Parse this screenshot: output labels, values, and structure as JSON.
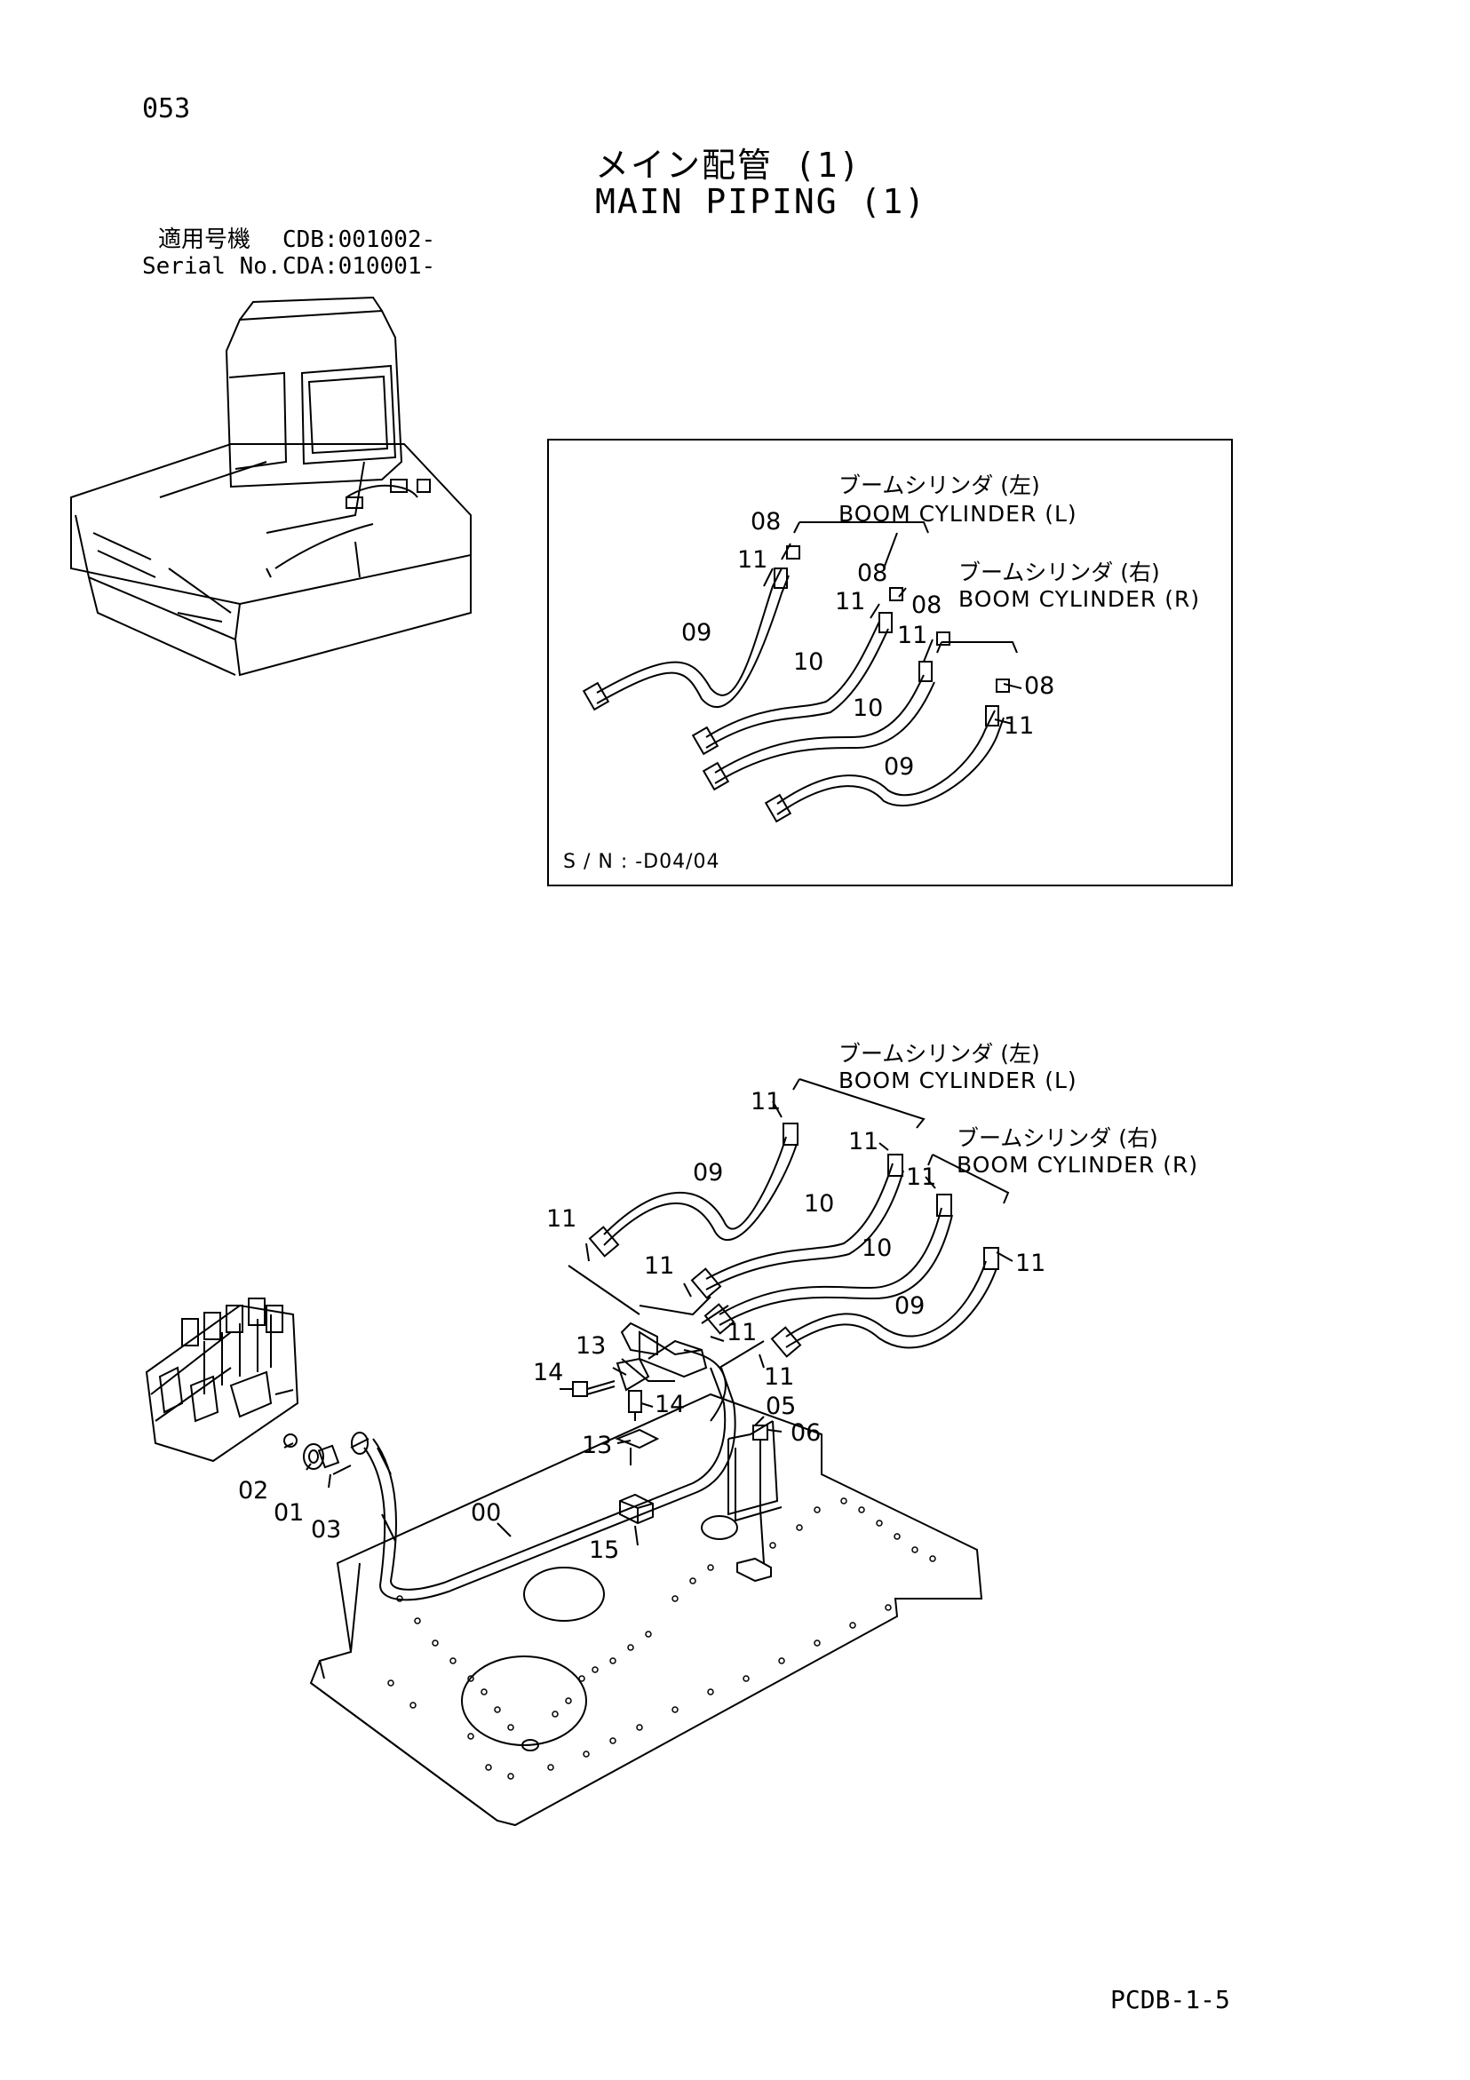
{
  "page": {
    "number": "053",
    "title_jp": "メイン配管 (1)",
    "title_en": "MAIN PIPING (1)",
    "serial_jp_label": "適用号機",
    "serial_line1": "CDB:001002-",
    "serial_en_label": "Serial No.",
    "serial_line2": "CDA:010001-",
    "footer_code": "PCDB-1-5"
  },
  "inset": {
    "label_l_jp": "ブームシリンダ (左)",
    "label_l_en": "BOOM CYLINDER (L)",
    "label_r_jp": "ブームシリンダ (右)",
    "label_r_en": "BOOM CYLINDER (R)",
    "serial_note": "S / N : -D04/04",
    "callouts": [
      "08",
      "11",
      "08",
      "11",
      "08",
      "11",
      "08",
      "11",
      "09",
      "10",
      "10",
      "09"
    ]
  },
  "main": {
    "label_l_jp": "ブームシリンダ (左)",
    "label_l_en": "BOOM CYLINDER (L)",
    "label_r_jp": "ブームシリンダ (右)",
    "label_r_en": "BOOM CYLINDER (R)",
    "callouts": [
      "11",
      "11",
      "11",
      "11",
      "09",
      "10",
      "10",
      "09",
      "11",
      "11",
      "11",
      "11",
      "13",
      "14",
      "14",
      "13",
      "05",
      "06",
      "02",
      "01",
      "03",
      "00",
      "15"
    ]
  }
}
